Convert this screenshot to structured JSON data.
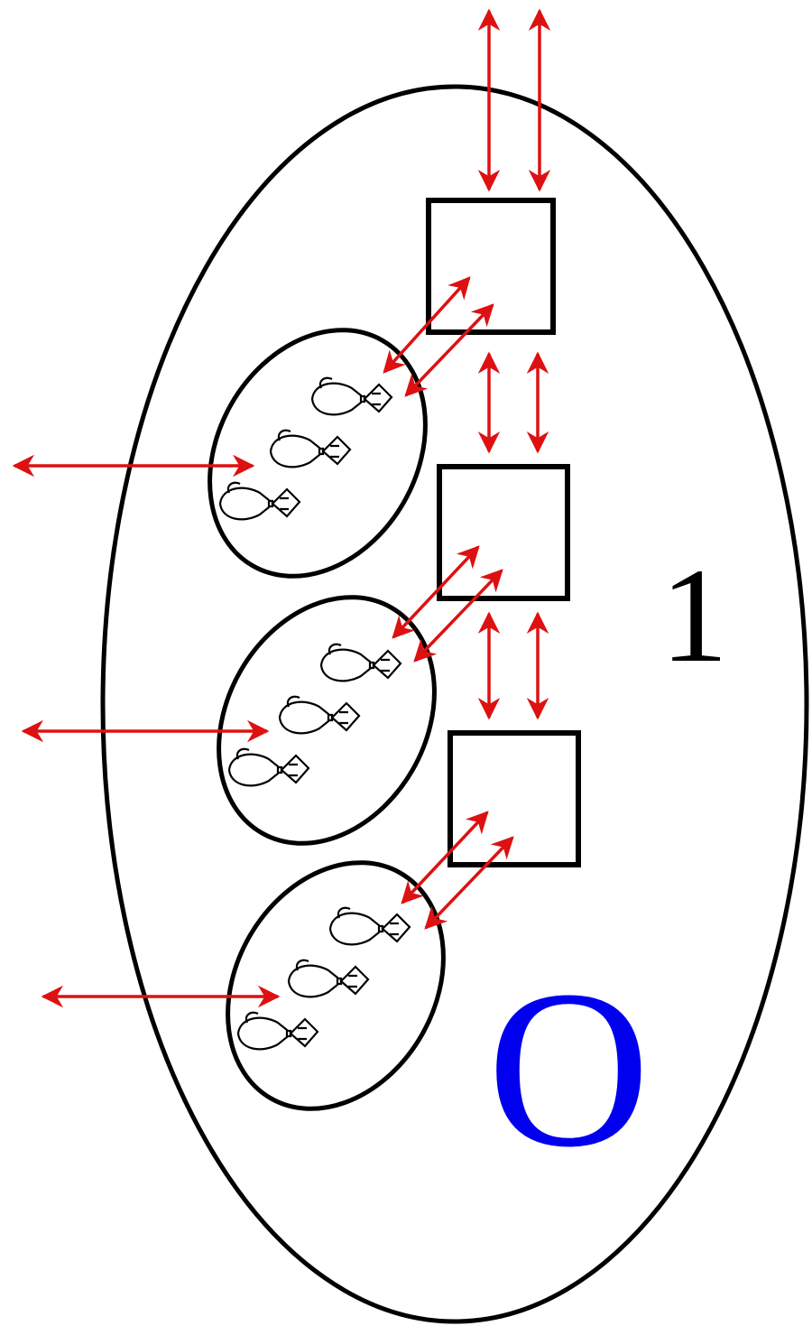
{
  "labels": {
    "region_number": "1",
    "region_letter": "O"
  },
  "colors": {
    "outline": "#000000",
    "arrow": "#dd1111",
    "region_letter": "#0000ee",
    "region_number": "#000000"
  },
  "icons": {
    "arrow": "double-headed-arrow",
    "organism": "fish-icon",
    "compartment": "square-box"
  }
}
